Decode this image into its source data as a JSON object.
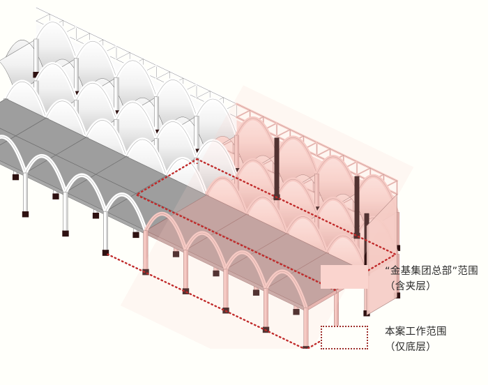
{
  "figure": {
    "type": "architectural-axonometric",
    "background_color": "#fffffa",
    "description": "Axonometric cutaway of a long vaulted arcade building shown in two tones: a grey left/front portion and a pink-highlighted right portion, with a red dotted parallelogram marking the ground-floor work scope."
  },
  "palette": {
    "background": "#fffffa",
    "grey_slab": "#9e9e9e",
    "grey_structure": "#ffffff",
    "grey_structure_shade": "#d2d2d2",
    "grey_outline": "#6e6e6e",
    "pink_fill": "#fad4cd",
    "pink_structure": "#f6c9c3",
    "pink_shade": "#e3b0ab",
    "mauve_slab": "#b99a98",
    "dark_column": "#2e1111",
    "dotted_red": "#c02a2a",
    "legend_dash": "#9d2e2b",
    "text": "#2b2b2b"
  },
  "legend": {
    "items": [
      {
        "swatch": "solid-pink-fill",
        "label_main": "“金基集团总部”范围",
        "label_sub": "（含夹层）",
        "label_full": "“金基集团总部”范围\n（含夹层）"
      },
      {
        "swatch": "red-dotted-outline",
        "label_main": "本案工作范围",
        "label_sub": "（仅底层）",
        "label_full": "本案工作范围\n（仅底层）"
      }
    ]
  },
  "diagram": {
    "bays_total": 9,
    "grey_bays": 5,
    "pink_bays": 4,
    "rows": 3,
    "levels": [
      "ground floor arcade",
      "mezzanine slab",
      "upper arcade with trusses"
    ],
    "highlight_region": "right portion of building shaded pink",
    "work_scope_outline": "red dotted parallelogram over ground-floor slabs of pink portion",
    "dark_columns_count": 3
  }
}
